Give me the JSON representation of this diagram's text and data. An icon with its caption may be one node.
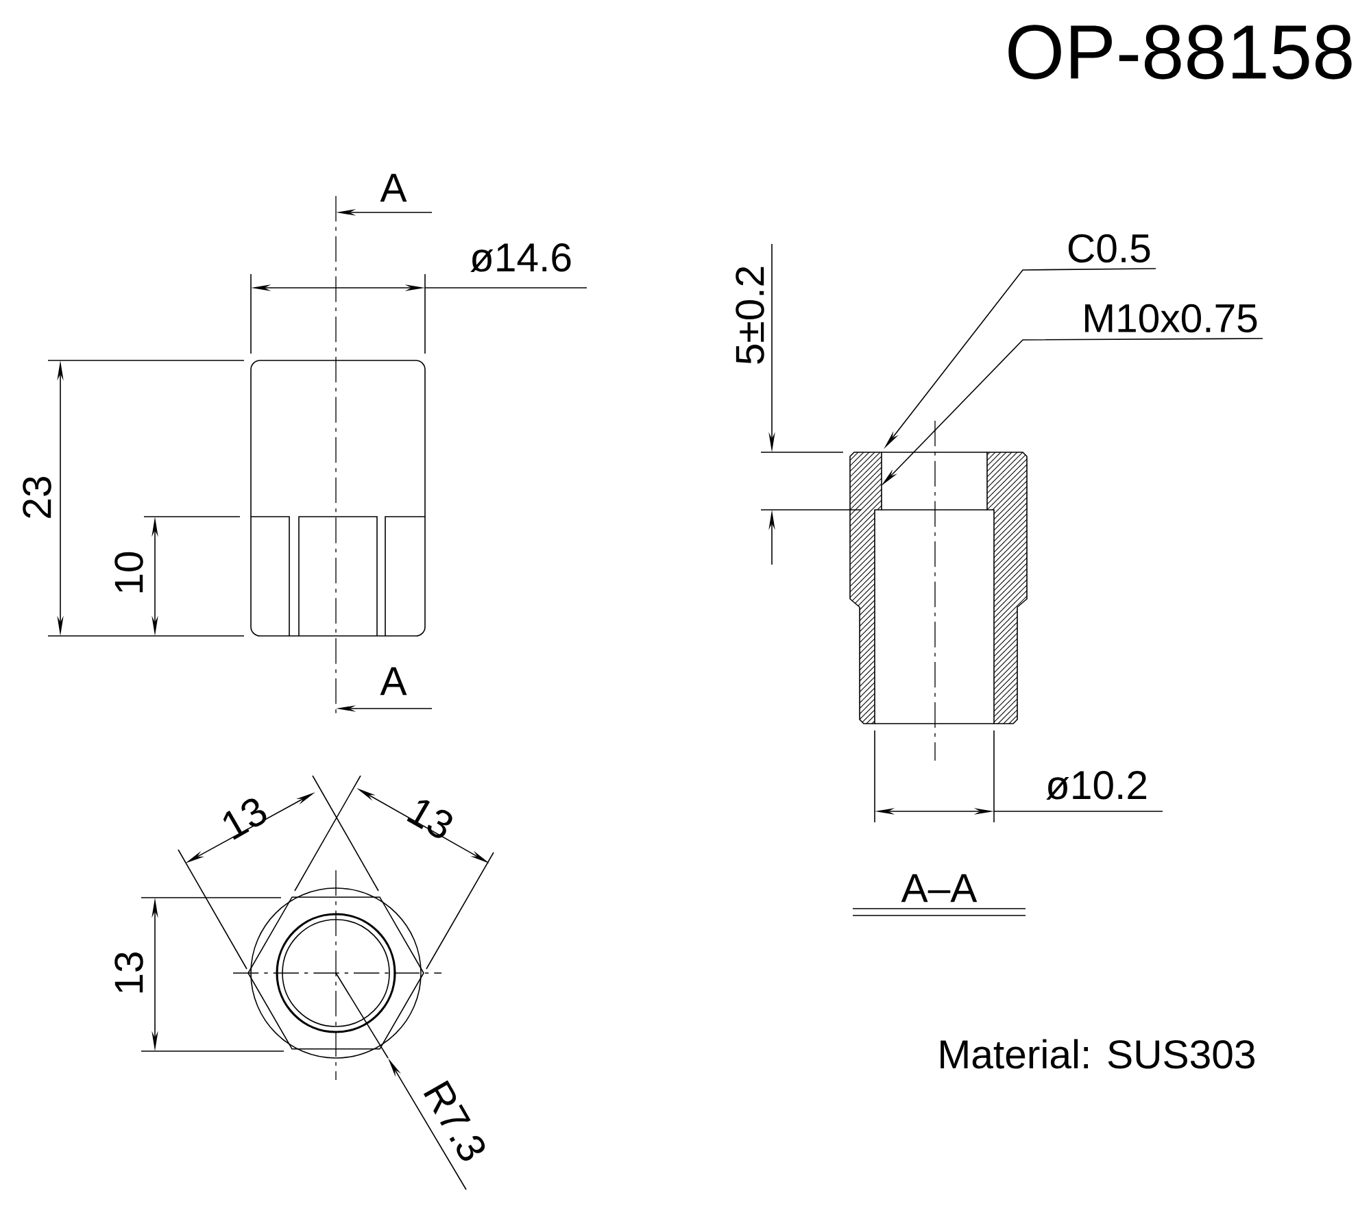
{
  "diagram": {
    "title": "OP-88158",
    "nodes": [
      {
        "text": [
          "C0.5"
        ]
      },
      {
        "text": [
          "M10x0.75"
        ]
      },
      {
        "text": [],
        "shape": "picture"
      }
    ],
    "edges": [
      {
        "from": 0,
        "to": 2,
        "arrow": "to"
      },
      {
        "from": 1,
        "to": 2,
        "arrow": "to"
      }
    ],
    "labels": [
      "A",
      "ø14.6",
      "5±0.2",
      "23",
      "10",
      "A",
      "13",
      "13",
      "ø10.2",
      "A–A",
      "13",
      "Material: SUS303",
      "R7.3"
    ]
  }
}
